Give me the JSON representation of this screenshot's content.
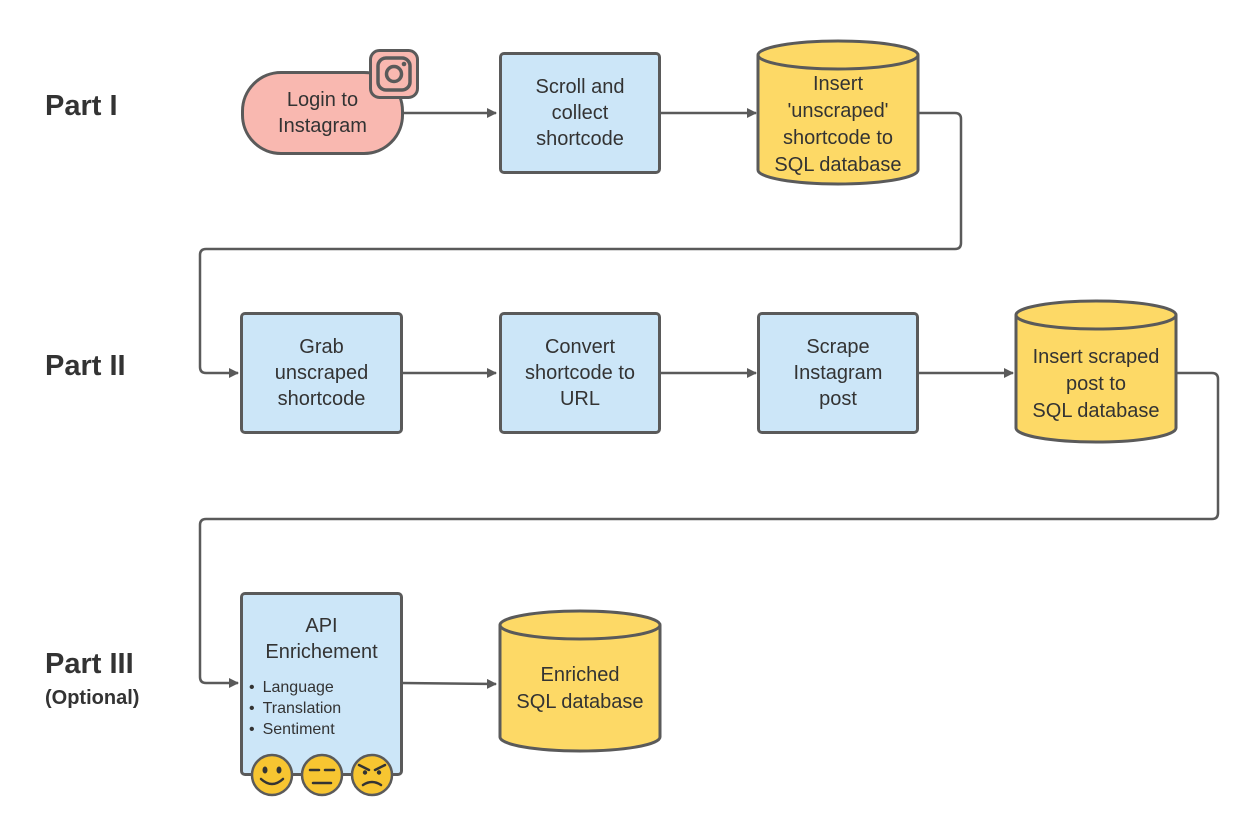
{
  "parts": {
    "part1": "Part I",
    "part2": "Part II",
    "part3": "Part III",
    "part3_sub": "(Optional)"
  },
  "nodes": {
    "login": [
      "Login to",
      "Instagram"
    ],
    "scroll": [
      "Scroll and",
      "collect",
      "shortcode"
    ],
    "insert_unscraped": [
      "Insert",
      "'unscraped'",
      "shortcode to",
      "SQL database"
    ],
    "grab": [
      "Grab",
      "unscraped",
      "shortcode"
    ],
    "convert": [
      "Convert",
      "shortcode to",
      "URL"
    ],
    "scrape": [
      "Scrape",
      "Instagram",
      "post"
    ],
    "insert_scraped": [
      "Insert scraped",
      "post to",
      "SQL database"
    ],
    "api": {
      "title": [
        "API",
        "Enrichement"
      ],
      "items": [
        "Language",
        "Translation",
        "Sentiment"
      ]
    },
    "enriched": [
      "Enriched",
      "SQL database"
    ]
  },
  "colors": {
    "process_fill": "#cce6f8",
    "start_fill": "#f9b8b0",
    "database_fill": "#fdd966",
    "stroke": "#5a5a5a",
    "emoji_fill": "#f7c531"
  },
  "icons": {
    "instagram": "instagram-icon",
    "emojis": [
      "smiling-face-icon",
      "neutral-face-icon",
      "angry-face-icon"
    ]
  }
}
